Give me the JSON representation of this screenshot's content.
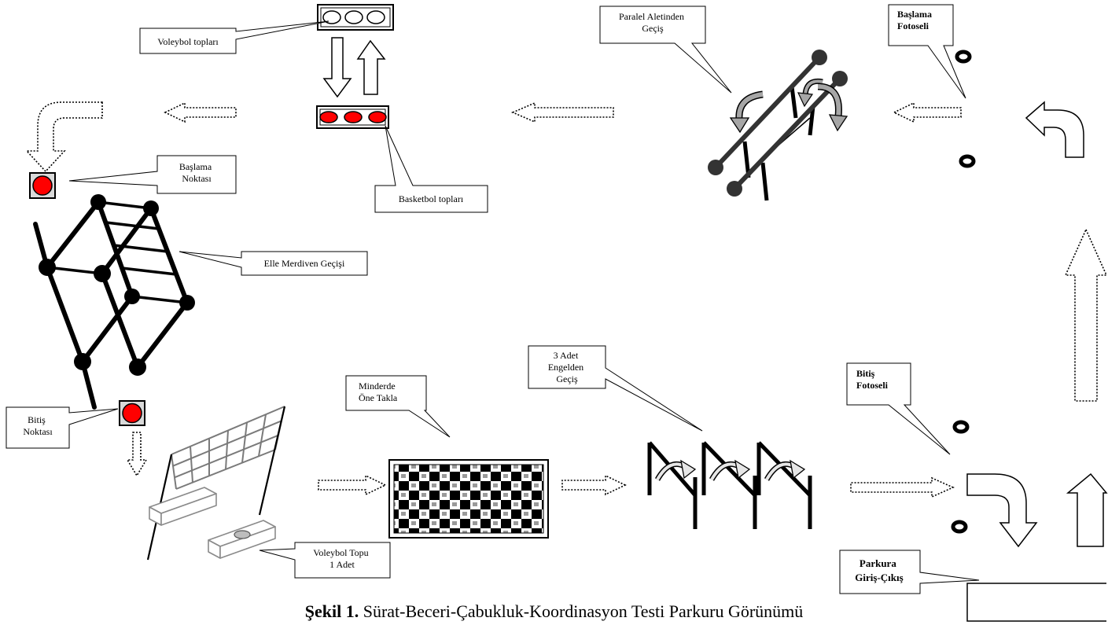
{
  "figure": {
    "caption_label": "Şekil 1.",
    "caption_text": "Sürat-Beceri-Çabukluk-Koordinasyon Testi Parkuru Görünümü"
  },
  "labels": {
    "volleyball_balls": [
      "Voleybol topları"
    ],
    "basketball_balls": [
      "Basketbol topları"
    ],
    "parallel_bars": [
      "Paralel Aletinden",
      "Geçiş"
    ],
    "start_photocell": [
      "Başlama",
      "Fotoseli"
    ],
    "start_point": [
      "Başlama",
      "Noktası"
    ],
    "ladder": [
      "Elle Merdiven Geçişi"
    ],
    "finish_point": [
      "Bitiş",
      "Noktası"
    ],
    "forward_roll": [
      "Minderde",
      "Öne Takla"
    ],
    "hurdles": [
      "3 Adet",
      "Engelden",
      "Geçiş"
    ],
    "finish_photocell": [
      "Bitiş",
      "Fotoseli"
    ],
    "volleyball_ball": [
      "Voleybol Topu",
      "1 Adet"
    ],
    "course_entry": [
      "Parkura",
      "Giriş-Çıkış"
    ]
  },
  "colors": {
    "basketball": "#ff0000",
    "point_marker": "#ff0000",
    "parallel_bar": "#333333",
    "net": "#7a7a7a"
  }
}
